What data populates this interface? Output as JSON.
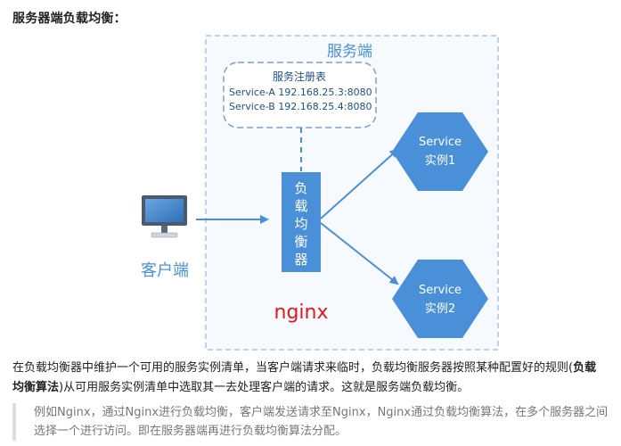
{
  "heading": "服务器端负载均衡：",
  "diagram": {
    "server_label": "服务端",
    "registry": {
      "title": "服务注册表",
      "entries": [
        "Service-A 192.168.25.3:8080",
        "Service-B 192.168.25.4:8080"
      ]
    },
    "balancer_label": [
      "负",
      "载",
      "均",
      "衡",
      "器"
    ],
    "nginx_label": "nginx",
    "client_label": "客户端",
    "services": [
      {
        "line1": "Service",
        "line2": "实例1"
      },
      {
        "line1": "Service",
        "line2": "实例2"
      }
    ],
    "colors": {
      "accent_blue": "#4a90d9",
      "dashed_border": "#a9c4e8",
      "nginx_red": "#e8141c"
    }
  },
  "paragraph": {
    "part1": "在负载均衡器中维护一个可用的服务实例清单，当客户端请求来临时，负载均衡服务器按照某种配置好的规则(",
    "bold": "负载均衡算法",
    "part2": ")从可用服务实例清单中选取其一去处理客户端的请求。这就是服务端负载均衡。"
  },
  "quote": "例如Nginx，通过Nginx进行负载均衡，客户端发送请求至Nginx，Nginx通过负载均衡算法，在多个服务器之间选择一个进行访问。即在服务器端再进行负载均衡算法分配。"
}
